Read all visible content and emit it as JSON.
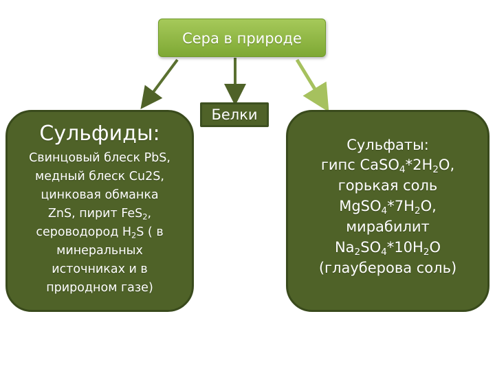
{
  "title": "Сера в природе",
  "proteins": "Белки",
  "sulfides": {
    "heading": "Сульфиды:",
    "lines": [
      [
        "Свинцовый блеск PbS,"
      ],
      [
        "медный блеск Cu2S,"
      ],
      [
        "цинковая обманка"
      ],
      [
        "ZnS, пирит FeS",
        {
          "sub": "2"
        },
        ","
      ],
      [
        "сероводород H",
        {
          "sub": "2"
        },
        "S ( в"
      ],
      [
        "минеральных"
      ],
      [
        "источниках и в"
      ],
      [
        "природном газе)"
      ]
    ]
  },
  "sulfates": {
    "heading": "Сульфаты:",
    "lines": [
      [
        "гипс CaSO",
        {
          "sub": "4"
        },
        "*2H",
        {
          "sub": "2"
        },
        "O,"
      ],
      [
        "горькая соль"
      ],
      [
        "MgSO",
        {
          "sub": "4"
        },
        "*7H",
        {
          "sub": "2"
        },
        "O,"
      ],
      [
        "мирабилит"
      ],
      [
        "Na",
        {
          "sub": "2"
        },
        "SO",
        {
          "sub": "4"
        },
        "*10H",
        {
          "sub": "2"
        },
        "O"
      ],
      [
        "(глауберова соль)"
      ]
    ]
  },
  "colors": {
    "title_fill": "#8db93f",
    "box_fill": "#4f6228",
    "box_border": "#394a1c",
    "arrow_dark": "#4f6228",
    "arrow_light": "#a6c15e",
    "text": "#ffffff"
  }
}
